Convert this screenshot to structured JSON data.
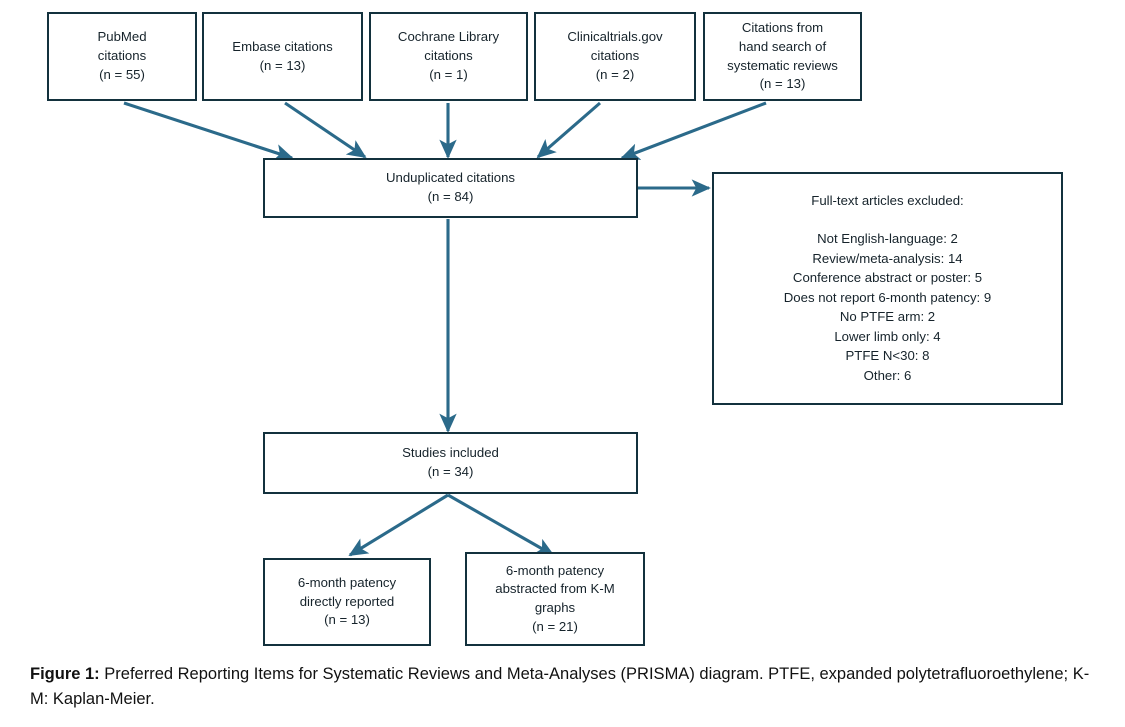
{
  "figure": {
    "label": "Figure 1:",
    "caption": " Preferred Reporting Items for Systematic Reviews and Meta-Analyses (PRISMA) diagram. PTFE, expanded polytetrafluoroethylene; K-M: Kaplan-Meier."
  },
  "colors": {
    "box_border": "#13313d",
    "arrow": "#2b6a8a",
    "text": "#16232b",
    "background": "#ffffff"
  },
  "diagram": {
    "type": "prisma-flow",
    "sources": [
      {
        "name": "pubmed",
        "text": "PubMed\ncitations\n(n = 55)",
        "count": 55
      },
      {
        "name": "embase",
        "text": "Embase citations\n(n = 13)",
        "count": 13
      },
      {
        "name": "cochrane",
        "text": "Cochrane Library\ncitations\n(n = 1)",
        "count": 1
      },
      {
        "name": "clinicaltrials",
        "text": "Clinicaltrials.gov\ncitations\n(n = 2)",
        "count": 2
      },
      {
        "name": "hand-search",
        "text": "Citations from\nhand search of\nsystematic reviews\n(n = 13)",
        "count": 13
      }
    ],
    "unduplicated": {
      "text": "Unduplicated citations\n(n = 84)",
      "count": 84
    },
    "excluded": {
      "title": "Full-text articles excluded:",
      "items": [
        "Not English-language: 2",
        "Review/meta-analysis: 14",
        "Conference abstract or poster: 5",
        "Does not report 6-month patency: 9",
        "No PTFE arm: 2",
        "Lower limb only: 4",
        "PTFE N<30: 8",
        "Other:  6"
      ]
    },
    "included": {
      "text": "Studies included\n(n = 34)",
      "count": 34
    },
    "outcomes": [
      {
        "name": "directly-reported",
        "text": "6-month patency\ndirectly reported\n(n = 13)",
        "count": 13
      },
      {
        "name": "km-abstracted",
        "text": "6-month patency\nabstracted from K-M\ngraphs\n(n = 21)",
        "count": 21
      }
    ]
  }
}
